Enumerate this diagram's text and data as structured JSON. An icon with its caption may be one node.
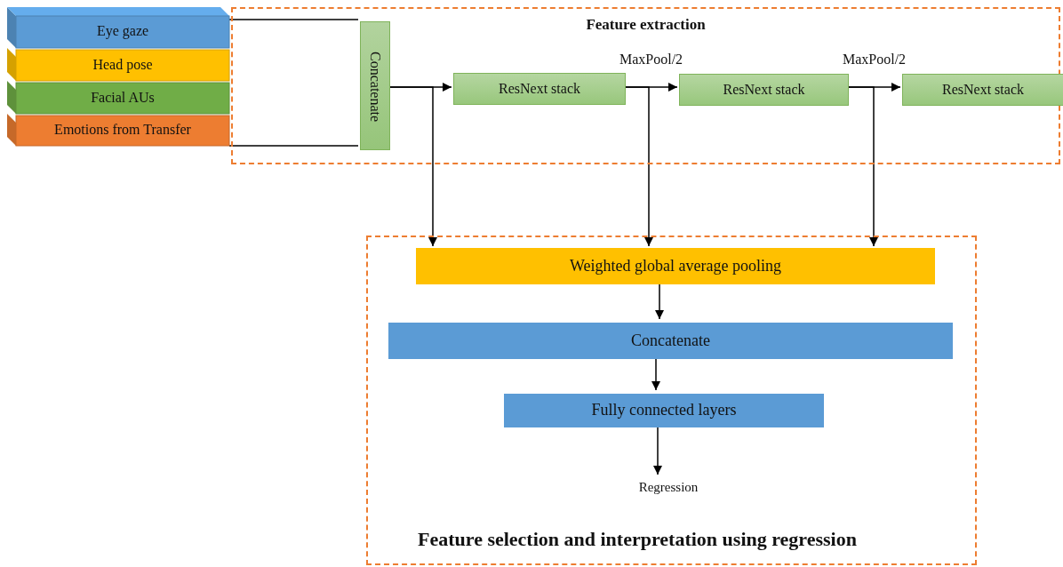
{
  "diagram": {
    "nodes": [
      {
        "text": [
          "Feature extraction"
        ]
      },
      {
        "text": [
          "Eye gaze"
        ]
      },
      {
        "text": [
          "Head pose"
        ]
      },
      {
        "text": [
          "Facial AUs"
        ]
      },
      {
        "text": [
          "Emotions from Transfer"
        ]
      },
      {
        "text": [
          "Concatenate"
        ],
        "in": 0
      },
      {
        "text": [
          "ResNext stack"
        ],
        "in": 0
      },
      {
        "text": [
          "ResNext stack"
        ],
        "in": 0
      },
      {
        "text": [
          "ResNext stack"
        ],
        "in": 0
      },
      {
        "text": [
          "Feature selection and interpretation using regression"
        ]
      },
      {
        "text": [
          "Weighted global average pooling"
        ],
        "in": 9
      },
      {
        "text": [
          "Concatenate"
        ],
        "in": 9
      },
      {
        "text": [
          "Fully connected layers"
        ],
        "in": 9
      },
      {
        "text": [
          "Regression"
        ],
        "in": 9
      }
    ],
    "edges": [
      {
        "from": 1,
        "to": 5,
        "arrow": "none"
      },
      {
        "from": 4,
        "to": 5,
        "arrow": "none"
      },
      {
        "from": 5,
        "to": 6,
        "arrow": "to"
      },
      {
        "from": 5,
        "to": 10,
        "arrow": "to"
      },
      {
        "from": 6,
        "to": 7,
        "label": "MaxPool/2",
        "arrow": "to"
      },
      {
        "from": 6,
        "to": 10,
        "arrow": "to"
      },
      {
        "from": 7,
        "to": 8,
        "label": "MaxPool/2",
        "arrow": "to"
      },
      {
        "from": 7,
        "to": 10,
        "arrow": "to"
      },
      {
        "from": 10,
        "to": 11,
        "arrow": "to"
      },
      {
        "from": 11,
        "to": 12,
        "arrow": "to"
      },
      {
        "from": 12,
        "to": 13,
        "arrow": "to"
      }
    ]
  }
}
